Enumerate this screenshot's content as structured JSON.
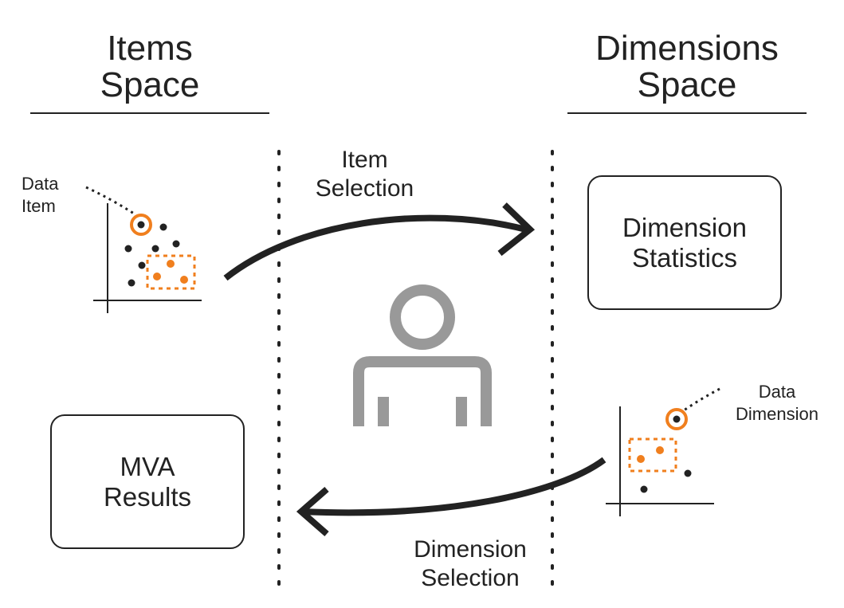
{
  "headings": {
    "items_space": [
      "Items",
      "Space"
    ],
    "dimensions_space": [
      "Dimensions",
      "Space"
    ]
  },
  "boxes": {
    "dimension_statistics": [
      "Dimension",
      "Statistics"
    ],
    "mva_results": [
      "MVA",
      "Results"
    ]
  },
  "arrows": {
    "item_selection": [
      "Item",
      "Selection"
    ],
    "dimension_selection": [
      "Dimension",
      "Selection"
    ]
  },
  "annotations": {
    "data_item": [
      "Data",
      "Item"
    ],
    "data_dimension": [
      "Data",
      "Dimension"
    ]
  },
  "colors": {
    "ink": "#222222",
    "accent": "#f07f1e",
    "user_icon": "#999999"
  },
  "icons": [
    "scatter-plot-icon",
    "user-icon",
    "arrow-icon"
  ]
}
